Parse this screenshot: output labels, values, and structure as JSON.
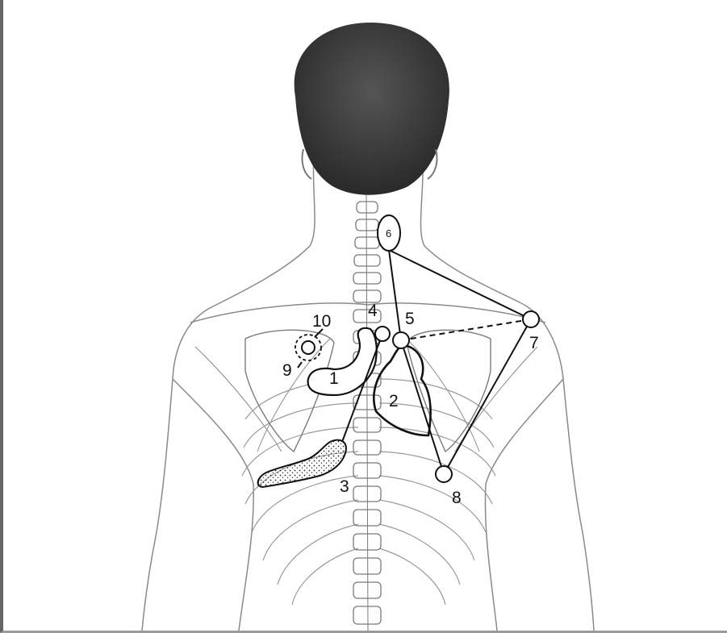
{
  "figure": {
    "labels": {
      "l1": "1",
      "l2": "2",
      "l3": "3",
      "l4": "4",
      "l5": "5",
      "l6": "6",
      "l7": "7",
      "l8": "8",
      "l9": "9",
      "l10": "10"
    },
    "colors": {
      "ink": "#111111",
      "sketch": "#8a8a8a",
      "hair": "#2e2e2e"
    }
  }
}
